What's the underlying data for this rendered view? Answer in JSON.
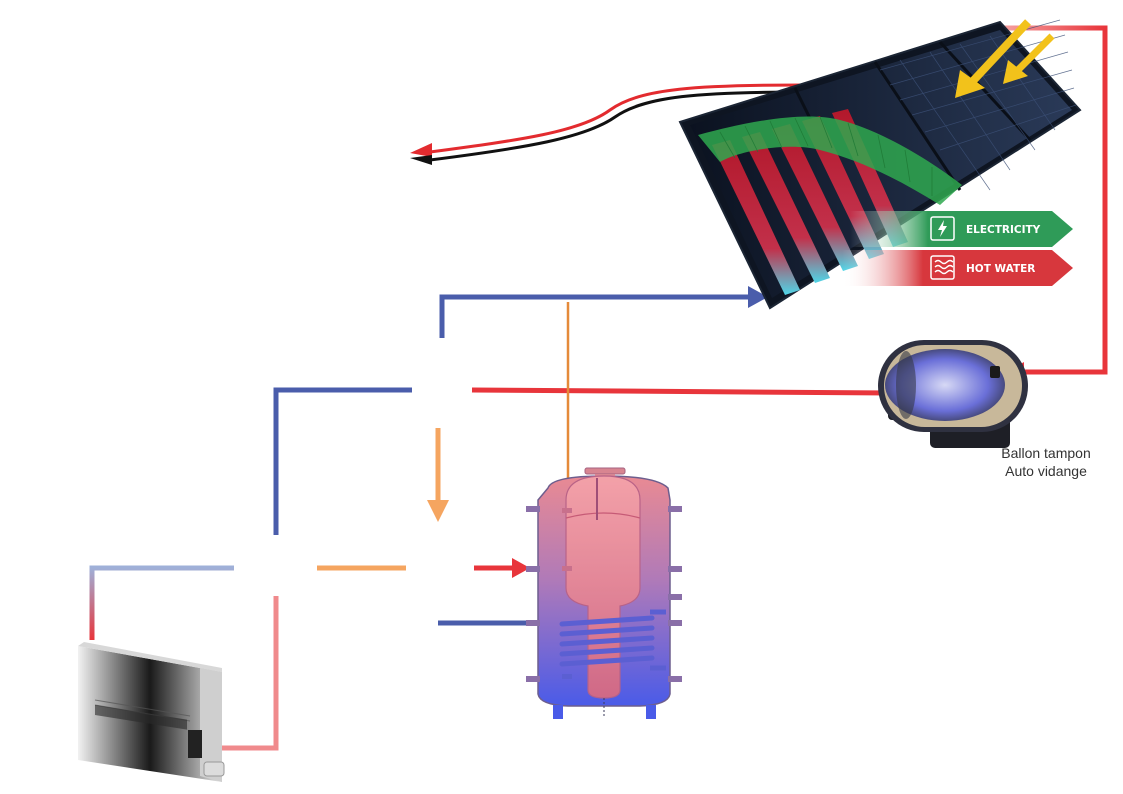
{
  "panel": {
    "electricity_label": "ELECTRICITY",
    "hot_water_label": "HOT WATER"
  },
  "buffer_tank": {
    "caption_line1": "Ballon tampon",
    "caption_line2": "Auto vidange"
  },
  "colors": {
    "hot": "#e8353b",
    "hot_light": "#f08a8c",
    "cold": "#4a5dab",
    "cold_light": "#9fb0d8",
    "orange": "#f5a560",
    "orange_dark": "#e58a3a",
    "electricity_green": "#2f9b58",
    "hot_water_red": "#d7373d",
    "wire_black": "#111111",
    "wire_red": "#e32b2f"
  },
  "icons": [
    "lightning-icon",
    "heat-waves-icon",
    "sun-ray-icon"
  ]
}
